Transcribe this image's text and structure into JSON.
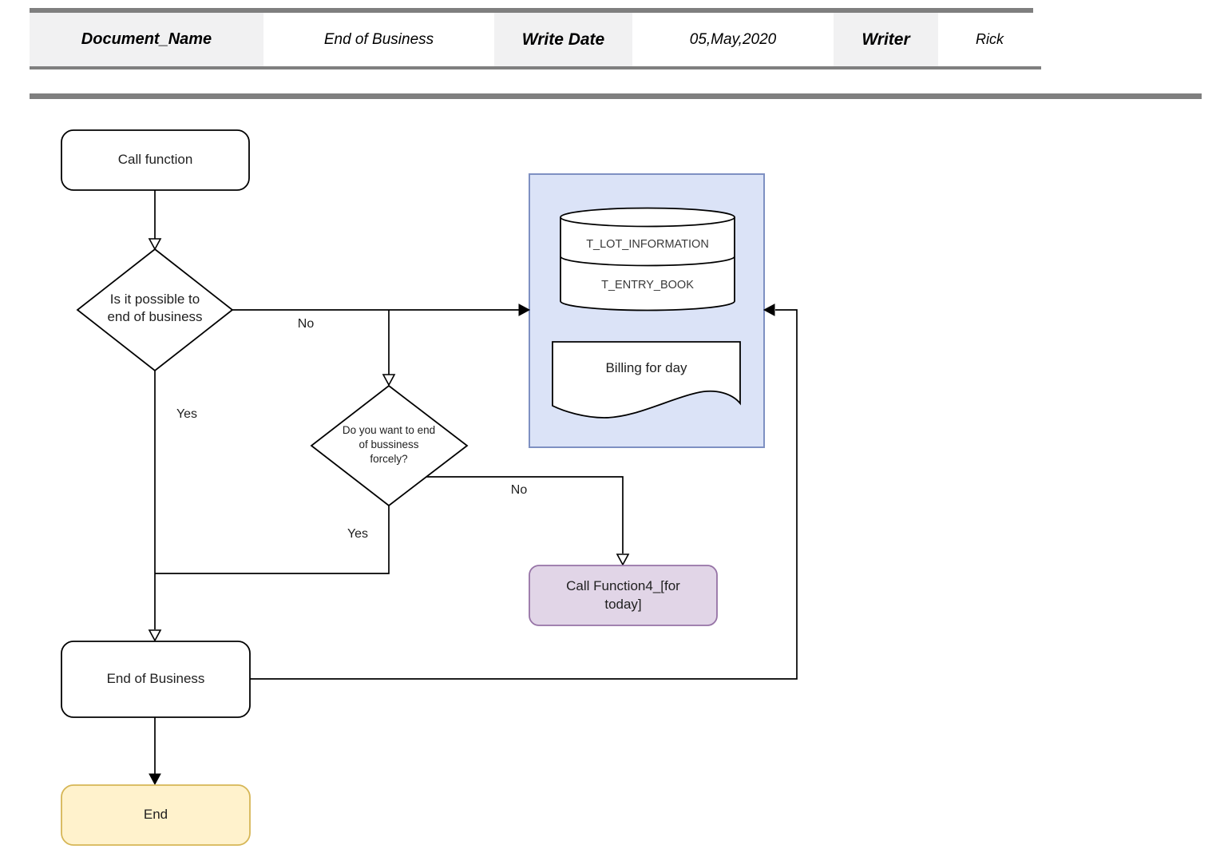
{
  "header": {
    "cells": [
      {
        "text": "Document_Name"
      },
      {
        "text": "End of Business"
      },
      {
        "text": "Write Date"
      },
      {
        "text": "05,May,2020"
      },
      {
        "text": "Writer"
      },
      {
        "text": "Rick"
      }
    ]
  },
  "flowchart": {
    "nodes": {
      "call_function": "Call function",
      "decision1": "Is it possible to\nend of business",
      "decision2": "Do you want to end\nof bussiness\nforcely?",
      "call_function4": "Call Function4_[for\ntoday]",
      "db_table_top": "T_LOT_INFORMATION",
      "db_table_bottom": "T_ENTRY_BOOK",
      "document": "Billing for day",
      "end_of_business": "End of Business",
      "end": "End"
    },
    "edge_labels": {
      "decision1_no": "No",
      "decision1_yes": "Yes",
      "decision2_no": "No",
      "decision2_yes": "Yes"
    },
    "colors": {
      "container_fill": "#dbe3f7",
      "container_stroke": "#7e90c2",
      "purple_fill": "#e1d5e7",
      "purple_stroke": "#9673a6",
      "yellow_fill": "#fff2cc",
      "yellow_stroke": "#d6b656"
    }
  }
}
